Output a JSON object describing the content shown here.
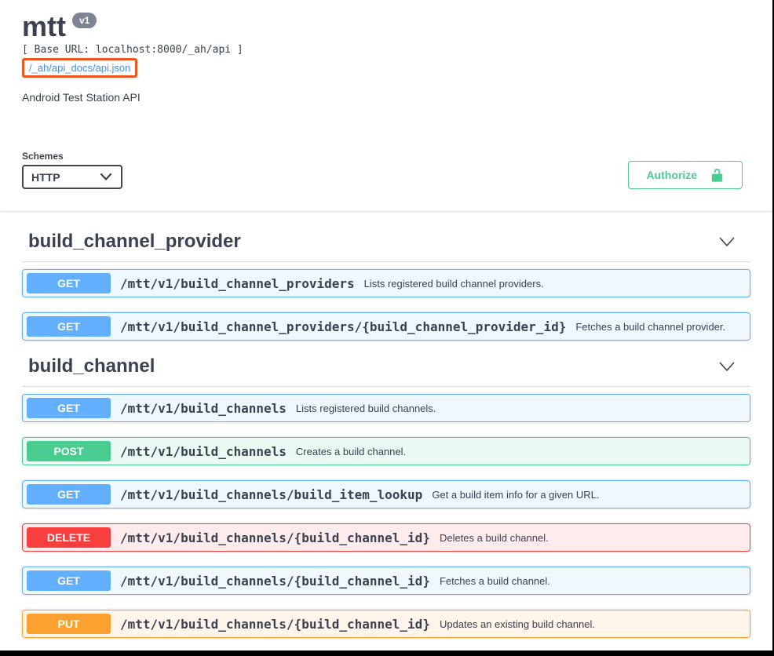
{
  "colors": {
    "get": "#61affe",
    "post": "#49cc90",
    "delete": "#f93e3e",
    "put": "#fca130",
    "link_blue": "#4990e2",
    "highlight_box_orange": "#f0541e",
    "text": "#3b4151",
    "version_badge_bg": "#7d8492",
    "authorize_green": "#49cc90"
  },
  "header": {
    "title": "mtt",
    "version": "v1",
    "base_url_line": "[ Base URL: localhost:8000/_ah/api ]",
    "spec_link": "/_ah/api_docs/api.json",
    "description": "Android Test Station API"
  },
  "scheme": {
    "label": "Schemes",
    "selected": "HTTP",
    "authorize_label": "Authorize"
  },
  "sections": [
    {
      "name": "build_channel_provider",
      "operations": [
        {
          "method": "GET",
          "path": "/mtt/v1/build_channel_providers",
          "summary": "Lists registered build channel providers."
        },
        {
          "method": "GET",
          "path": "/mtt/v1/build_channel_providers/{build_channel_provider_id}",
          "summary": "Fetches a build channel provider."
        }
      ]
    },
    {
      "name": "build_channel",
      "operations": [
        {
          "method": "GET",
          "path": "/mtt/v1/build_channels",
          "summary": "Lists registered build channels."
        },
        {
          "method": "POST",
          "path": "/mtt/v1/build_channels",
          "summary": "Creates a build channel."
        },
        {
          "method": "GET",
          "path": "/mtt/v1/build_channels/build_item_lookup",
          "summary": "Get a build item info for a given URL."
        },
        {
          "method": "DELETE",
          "path": "/mtt/v1/build_channels/{build_channel_id}",
          "summary": "Deletes a build channel."
        },
        {
          "method": "GET",
          "path": "/mtt/v1/build_channels/{build_channel_id}",
          "summary": "Fetches a build channel."
        },
        {
          "method": "PUT",
          "path": "/mtt/v1/build_channels/{build_channel_id}",
          "summary": "Updates an existing build channel."
        }
      ]
    }
  ]
}
